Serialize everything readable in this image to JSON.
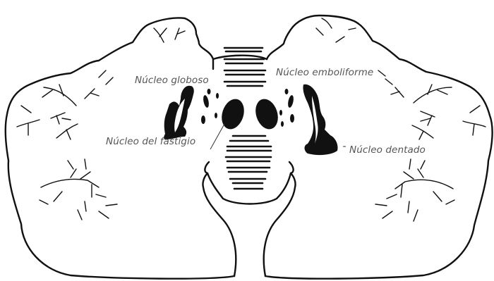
{
  "labels": {
    "globoso": "Núcleo globoso",
    "emboliforme": "Núcleo emboliforme",
    "dentado": "Núcleo dentado",
    "fastigio": "Núcleo del fastigio"
  }
}
